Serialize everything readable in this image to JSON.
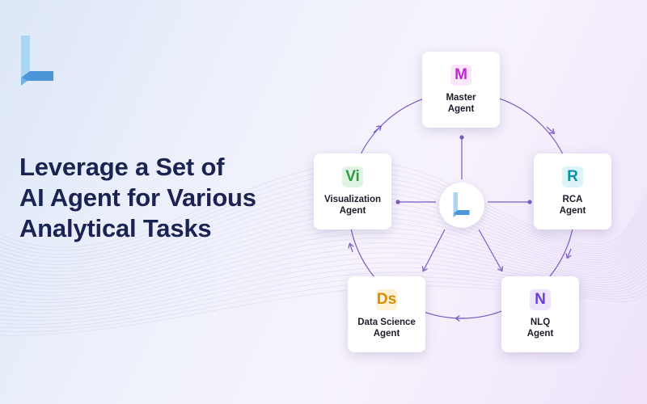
{
  "headline": {
    "lines": [
      "Leverage a Set of",
      "AI Agent for Various",
      "Analytical Tasks"
    ]
  },
  "icons": {
    "brand_logo": "l-logo-icon",
    "hub_logo": "l-logo-icon"
  },
  "colors": {
    "headline": "#1a2352",
    "connector": "#7b5cc4",
    "logo_light": "#a9d6f2",
    "logo_dark": "#4b95d8"
  },
  "agents": [
    {
      "id": "master",
      "badge": "M",
      "line1": "Master",
      "line2": "Agent",
      "badge_color": "#c026d3",
      "badge_bg": "#fbe6fb"
    },
    {
      "id": "rca",
      "badge": "R",
      "line1": "RCA",
      "line2": "Agent",
      "badge_color": "#0e8fa8",
      "badge_bg": "#dcf3f8"
    },
    {
      "id": "nlq",
      "badge": "N",
      "line1": "NLQ",
      "line2": "Agent",
      "badge_color": "#6d3fd0",
      "badge_bg": "#ece5fb"
    },
    {
      "id": "data-science",
      "badge": "Ds",
      "line1": "Data Science",
      "line2": "Agent",
      "badge_color": "#d98a06",
      "badge_bg": "#fdf1d8"
    },
    {
      "id": "visualization",
      "badge": "Vi",
      "line1": "Visualization",
      "line2": "Agent",
      "badge_color": "#2f9a3f",
      "badge_bg": "#e1f4e3"
    }
  ]
}
